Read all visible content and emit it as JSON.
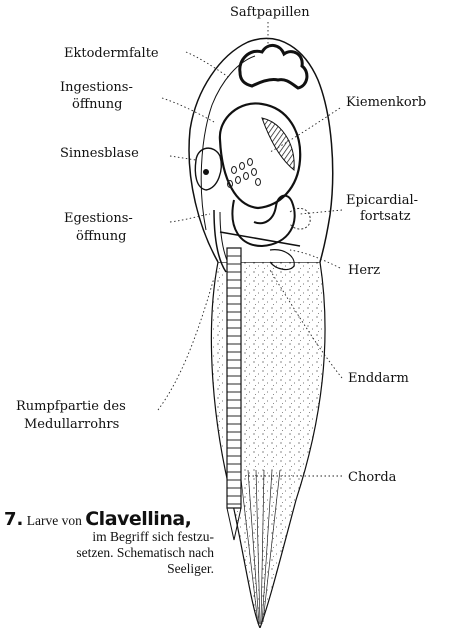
{
  "labels": {
    "saftpapillen": "Saftpapillen",
    "ektodermfalte": "Ektodermfalte",
    "ingestions_1": "Ingestions-",
    "ingestions_2": "öffnung",
    "kiemenkorb": "Kiemenkorb",
    "sinnesblase": "Sinnesblase",
    "epicardial_1": "Epicardial-",
    "epicardial_2": "fortsatz",
    "egestions_1": "Egestions-",
    "egestions_2": "öffnung",
    "herz": "Herz",
    "enddarm": "Enddarm",
    "rumpf_1": "Rumpfpartie des",
    "rumpf_2": "Medullarrohrs",
    "chorda": "Chorda"
  },
  "caption": {
    "number": "7.",
    "text_before": "Larve von",
    "genus": "Clavellina,",
    "line2": "im Begriff sich festzu-",
    "line3": "setzen. Schematisch nach",
    "line4": "Seeliger."
  }
}
